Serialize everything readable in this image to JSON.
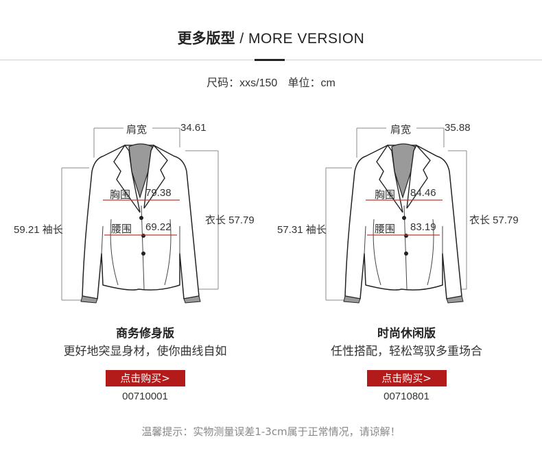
{
  "header": {
    "title_zh": "更多版型",
    "title_en": "/ MORE VERSION"
  },
  "size_info": {
    "size_label": "尺码：",
    "size_value": "xxs/150",
    "unit_label": "单位：",
    "unit_value": "cm"
  },
  "products": [
    {
      "measurements": {
        "shoulder_label": "肩宽",
        "shoulder_value": "34.61",
        "chest_label": "胸围",
        "chest_value": "79.38",
        "waist_label": "腰围",
        "waist_value": "69.22",
        "sleeve_text": "59.21 袖长",
        "length_text": "衣长 57.79"
      },
      "name": "商务修身版",
      "description": "更好地突显身材，使你曲线自如",
      "button_label": "点击购买>",
      "code": "00710001"
    },
    {
      "measurements": {
        "shoulder_label": "肩宽",
        "shoulder_value": "35.88",
        "chest_label": "胸围",
        "chest_value": "84.46",
        "waist_label": "腰围",
        "waist_value": "83.19",
        "sleeve_text": "57.31 袖长",
        "length_text": "衣长 57.79"
      },
      "name": "时尚休闲版",
      "description": "任性搭配，轻松驾驭多重场合",
      "button_label": "点击购买>",
      "code": "00710801"
    }
  ],
  "footer_note": "温馨提示：实物测量误差1-3cm属于正常情况，请谅解！",
  "colors": {
    "accent_red": "#b31b1b",
    "measure_red": "#c0392b",
    "line_gray": "#cfcfcf"
  }
}
